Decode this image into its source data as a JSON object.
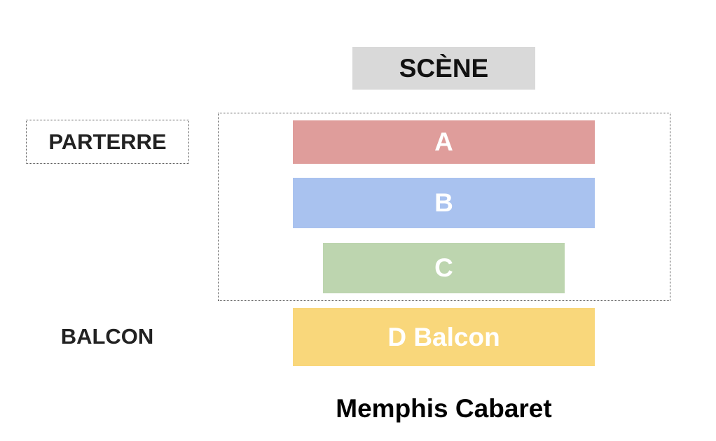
{
  "stage": {
    "label": "SCÈNE",
    "color": "#d9d9d9"
  },
  "zones": {
    "parterre_label": "PARTERRE",
    "balcon_label": "BALCON"
  },
  "sections": [
    {
      "label": "A",
      "color": "#df9d9b"
    },
    {
      "label": "B",
      "color": "#a9c2ef"
    },
    {
      "label": "C",
      "color": "#bdd5af"
    },
    {
      "label": "D Balcon",
      "color": "#f9d77b"
    }
  ],
  "venue": {
    "title": "Memphis Cabaret"
  }
}
